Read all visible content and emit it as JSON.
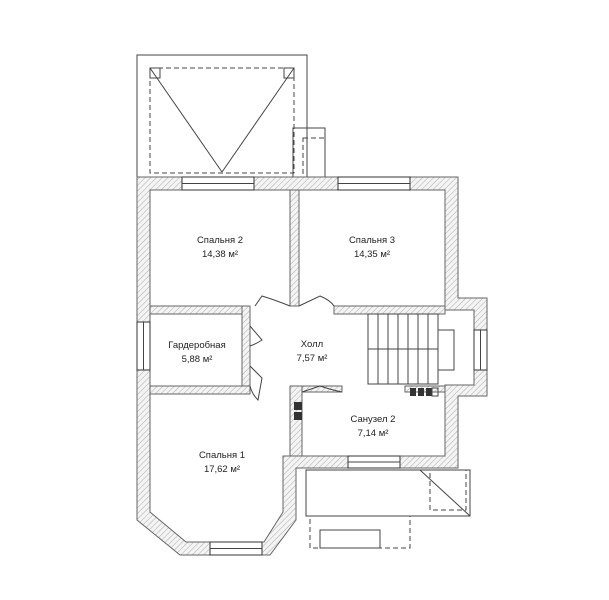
{
  "rooms": {
    "bedroom2": {
      "name": "Спальня 2",
      "area": "14,38 м²"
    },
    "bedroom3": {
      "name": "Спальня 3",
      "area": "14,35 м²"
    },
    "wardrobe": {
      "name": "Гардеробная",
      "area": "5,88 м²"
    },
    "hall": {
      "name": "Холл",
      "area": "7,57 м²"
    },
    "bathroom2": {
      "name": "Санузел 2",
      "area": "7,14 м²"
    },
    "bedroom1": {
      "name": "Спальня 1",
      "area": "17,62 м²"
    }
  }
}
